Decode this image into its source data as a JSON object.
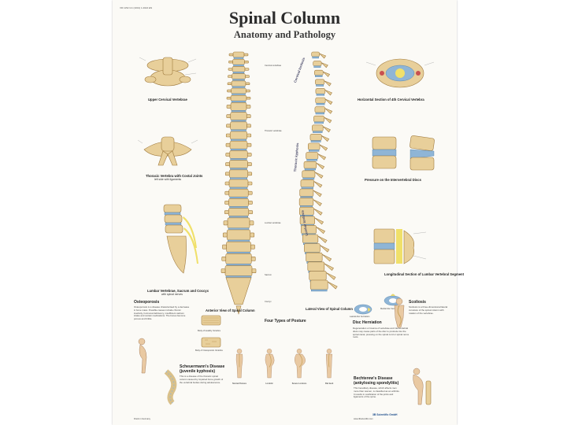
{
  "header": {
    "code": "VR 1152 UU (1001) 1.2024 EN",
    "title": "Spinal Column",
    "subtitle": "Anatomy and Pathology"
  },
  "sections": {
    "upper_cervical": "Upper Cervical Vertebrae",
    "thoracic_costal": "Thoracic Vertebra with Costal Joints",
    "thoracic_costal_sub": "left side with ligaments",
    "lumbar_sacrum": "Lumbar Vertebrae, Sacrum and Coccyx",
    "lumbar_sacrum_sub": "with spinal nerves",
    "anterior_view": "Anterior View of Spinal Column",
    "lateral_view": "Lateral View of Spinal Column",
    "horizontal_section": "Horizontal Section of 4th Cervical Vertebra",
    "pressure_title": "Pressure on the Intervertebral Discs",
    "longitudinal_title": "Longitudinal Section of Lumbar Vertebral Segment",
    "healthy_vertebra": "Body of Healthy Vertebra",
    "osteoporotic_vertebra": "Body of Osteoporotic Vertebra",
    "lateral_disc_herniation": "Lateral disc herniation",
    "medial_disc_herniation": "Medial disc herniation"
  },
  "anterior_regions": [
    "Cervical vertebrae",
    "Thoracic vertebrae",
    "Lumbar vertebrae",
    "Sacrum",
    "Coccyx"
  ],
  "lateral_curves": [
    "Cervical lordosis",
    "Thoracic kyphosis",
    "Lumbar lordosis"
  ],
  "articles": {
    "osteoporosis": {
      "heading": "Osteoporosis",
      "text": "Osteoporosis is a disease characterised by a decrease in bone mass. Possible causes include chronic inactivity, hormonal deficiency, insufficient calcium intake and certain medications. The bones become porous and brittle."
    },
    "postures": {
      "heading": "Four Types of Posture"
    },
    "scoliosis": {
      "heading": "Scoliosis",
      "text": "Scoliosis is a three-dimensional lateral curvature of the spinal column with rotation of the vertebrae."
    },
    "disc_herniation": {
      "heading": "Disc Herniation",
      "text": "Degeneration or trauma of vertebrae and intervertebral discs may cause parts of the disc to protrude into the spinal canal, pressing on the spinal cord or spinal nerve roots."
    },
    "scheuermann": {
      "heading": "Scheuermann's Disease",
      "heading2": "(juvenile kyphosis)",
      "text": "This is a disease of the thoracic spinal column caused by impaired bone growth of the vertebral bodies during adolescence."
    },
    "bechterew": {
      "heading": "Bechterew's Disease",
      "heading2": "(ankylosing spondylitis)",
      "text": "This hereditary disease, which affects men more than women, is classified as an arthritis. It results in ossification of the joints and ligaments of the spine."
    }
  },
  "postures": [
    "Normal Posture",
    "Lordotic",
    "Severe Lordosis",
    "Flat back"
  ],
  "footer": {
    "publisher": "3B Scientific GmbH",
    "url": "www.3bscientific.com",
    "credits": "Druck in Germany"
  },
  "colors": {
    "bone": "#e8cf9a",
    "disc": "#8fb5d6",
    "nerve": "#f0e06a",
    "poster_bg": "#fbfaf6"
  }
}
